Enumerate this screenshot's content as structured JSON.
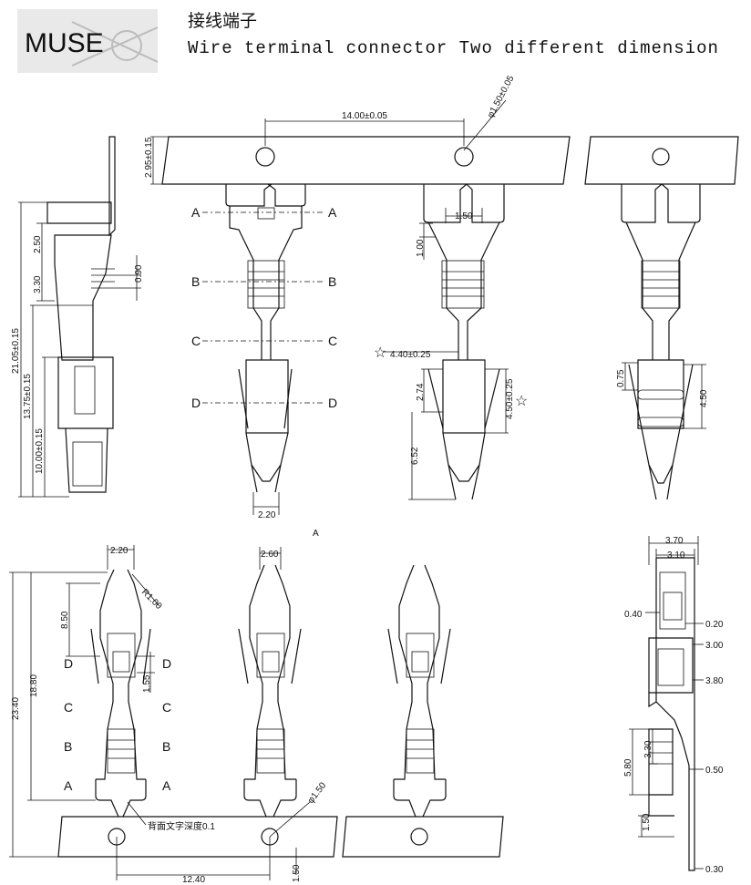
{
  "header": {
    "logo_text": "MUSE",
    "title_cn": "接线端子",
    "title_en": "Wire terminal connector  Two different dimension"
  },
  "section_labels": [
    "A",
    "B",
    "C",
    "D"
  ],
  "annotations": {
    "back_text": "背面文字深度0.1",
    "arrow_mark": "A"
  },
  "dimensions": {
    "pitch_top": "14.00±0.05",
    "hole_dia_top": "φ1.50±0.05",
    "strip_height": "2.95±0.15",
    "total_len": "21.05±0.15",
    "len_13": "13.75±0.15",
    "len_10": "10.00±0.15",
    "d_250": "2.50",
    "d_330": "3.30",
    "d_090": "0.90",
    "d_220_top": "2.20",
    "d_150": "1.50",
    "d_100": "1.00",
    "d_440": "4.40±0.25",
    "d_274": "2.74",
    "d_450_25": "4.50±0.25",
    "d_652": "6.52",
    "d_075": "0.75",
    "d_450": "4.50",
    "d_220_bot": "2.20",
    "d_r100": "R1.00",
    "d_850": "8.50",
    "d_155": "1.55",
    "d_1880": "18.80",
    "d_2340": "23.40",
    "d_260": "2.60",
    "d_hole_bot": "φ1.50",
    "d_1240": "12.40",
    "d_150_bot": "1.50",
    "d_370": "3.70",
    "d_310": "3.10",
    "d_040": "0.40",
    "d_020": "0.20",
    "d_300": "3.00",
    "d_380": "3.80",
    "d_580": "5.80",
    "d_330_r": "3.30",
    "d_050": "0.50",
    "d_150_r": "1.50",
    "d_030": "0.30"
  }
}
